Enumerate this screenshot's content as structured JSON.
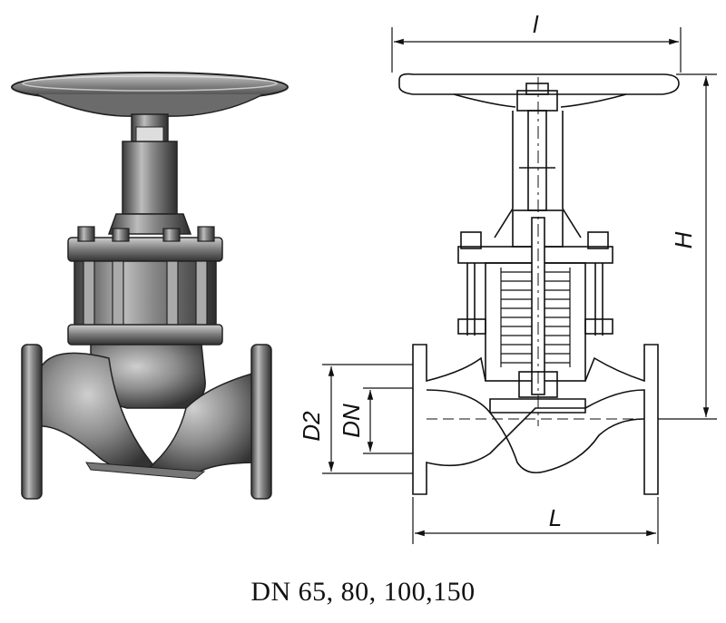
{
  "dimensions": {
    "overall_width": "l",
    "height": "H",
    "flange_diameter": "D2",
    "nominal_diameter": "DN",
    "length": "L"
  },
  "caption": "DN 65, 80, 100,150"
}
